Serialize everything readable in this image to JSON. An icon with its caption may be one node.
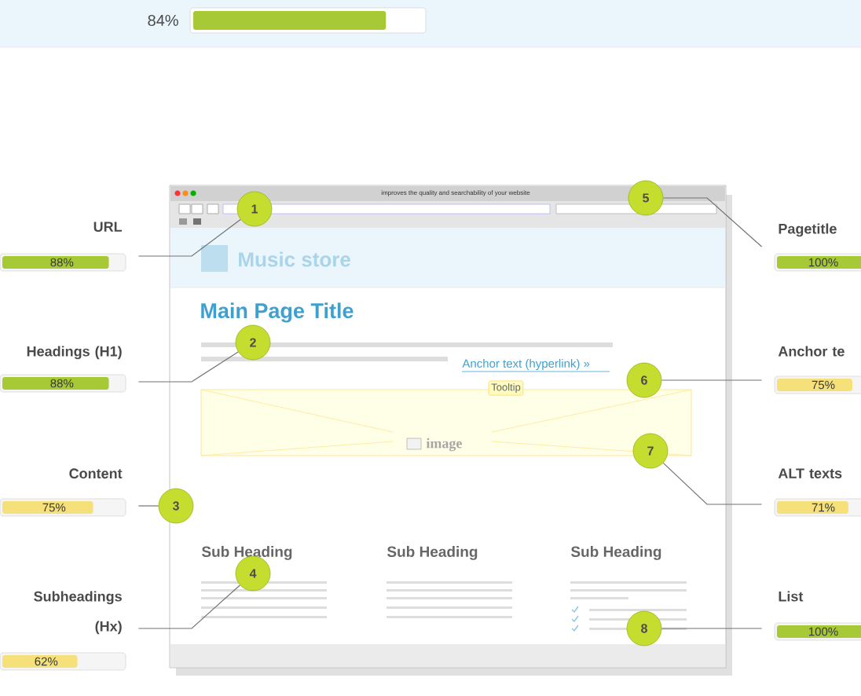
{
  "diagram": {
    "nodes": [
      {
        "text": [
          "URL",
          "88%"
        ]
      },
      {
        "text": [
          "Headings (H1)",
          "88%"
        ]
      },
      {
        "text": [
          "Content",
          "75%"
        ]
      },
      {
        "text": [
          "Subheadings (Hx)",
          "62%"
        ]
      },
      {
        "text": [
          "Pagetitle",
          "100%"
        ]
      },
      {
        "text": [
          "Anchor te",
          "75%"
        ]
      },
      {
        "text": [
          "ALT texts",
          "71%"
        ]
      },
      {
        "text": [
          "List",
          "100%"
        ]
      },
      {
        "text": [
          "1"
        ]
      },
      {
        "text": [
          "2"
        ]
      },
      {
        "text": [
          "3"
        ]
      },
      {
        "text": [
          "4"
        ]
      },
      {
        "text": [
          "5"
        ]
      },
      {
        "text": [
          "6"
        ]
      },
      {
        "text": [
          "7"
        ]
      },
      {
        "text": [
          "8"
        ]
      }
    ],
    "edges": [
      {
        "from": 0,
        "to": 8,
        "arrow": "none"
      },
      {
        "from": 1,
        "to": 9,
        "arrow": "none"
      },
      {
        "from": 2,
        "to": 10,
        "arrow": "none"
      },
      {
        "from": 3,
        "to": 11,
        "arrow": "none"
      },
      {
        "from": 4,
        "to": 12,
        "arrow": "none"
      },
      {
        "from": 5,
        "to": 13,
        "arrow": "none"
      },
      {
        "from": 6,
        "to": 14,
        "arrow": "none"
      },
      {
        "from": 7,
        "to": 15,
        "arrow": "none"
      }
    ],
    "labels": [
      "84%",
      "improves the quality and searchability of your website",
      "Music store",
      "Main Page Title",
      "Anchor text (hyperlink) »",
      "Tooltip",
      "image",
      "Sub Heading",
      "Sub Heading",
      "Sub Heading"
    ]
  }
}
